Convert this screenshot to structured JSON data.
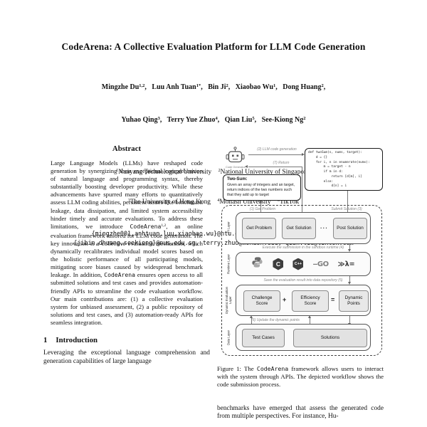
{
  "paper": {
    "title": "CodeArena: A Collective Evaluation Platform for LLM Code Generation",
    "authors_line1": [
      {
        "t": "Mingzhe Du"
      },
      {
        "t": "1,2",
        "c": "sup"
      },
      {
        "t": ",   Luu Anh Tuan"
      },
      {
        "t": "1*",
        "c": "sup"
      },
      {
        "t": ",   Bin Ji"
      },
      {
        "t": "2",
        "c": "sup"
      },
      {
        "t": ",   Xiaobao Wu"
      },
      {
        "t": "1",
        "c": "sup"
      },
      {
        "t": ",   Dong Huang"
      },
      {
        "t": "2",
        "c": "sup"
      },
      {
        "t": ","
      }
    ],
    "authors_line2": [
      {
        "t": "Yuhao Qing"
      },
      {
        "t": "3",
        "c": "sup"
      },
      {
        "t": ",   Terry Yue Zhuo"
      },
      {
        "t": "4",
        "c": "sup"
      },
      {
        "t": ",   Qian Liu"
      },
      {
        "t": "5",
        "c": "sup"
      },
      {
        "t": ",   See-Kiong Ng"
      },
      {
        "t": "2",
        "c": "sup"
      }
    ],
    "affils_line1": [
      {
        "t": "1",
        "c": "sup"
      },
      {
        "t": "Nanyang Technological University    "
      },
      {
        "t": "2",
        "c": "sup"
      },
      {
        "t": "National University of Singapore,"
      }
    ],
    "affils_line2": [
      {
        "t": "3",
        "c": "sup"
      },
      {
        "t": "The University of Hong Kong    "
      },
      {
        "t": "4",
        "c": "sup"
      },
      {
        "t": "Monash University    "
      },
      {
        "t": "5",
        "c": "sup"
      },
      {
        "t": "TikTok"
      }
    ],
    "emails_line1": "{mingzhe001,anhtuan.luu,xiaobao.wu}@ntu.edu.sg, qyhh@connect.hku.hk,",
    "emails_line2": "{jibin,dhuang,seekiong}@nus.edu.sg, terry.zhuo@monash.edu, qian.liu@tiktok.com"
  },
  "abstract": {
    "heading": "Abstract",
    "runs": [
      {
        "t": "Large Language Models (LLMs) have reshaped code generation by synergizing their exceptional comprehension of natural language and programming syntax, thereby substantially boosting developer productivity. While these advancements have spurred many efforts to quantitatively assess LLM coding abilities, persistent issues like benchmark leakage, data dissipation, and limited system accessibility hinder timely and accurate evaluations. To address these limitations, we introduce "
      },
      {
        "t": "CodeArena",
        "c": "mono"
      },
      {
        "t": "1,2",
        "c": "sup"
      },
      {
        "t": ", an online evaluation framework tailored for LLM code generation. The key innovation is a collective evaluation mechanism, which dynamically recalibrates individual model scores based on the holistic performance of all participating models, mitigating score biases caused by widespread benchmark leakage. In addition, "
      },
      {
        "t": "CodeArena",
        "c": "mono"
      },
      {
        "t": " ensures open access to all submitted solutions and test cases and provides automation-friendly APIs to streamline the code evaluation workflow. Our main contributions are: (1) a collective evaluation system for unbiased assessment, (2) a public repository of solutions and test cases, and (3) automation-ready APIs for seamless integration."
      }
    ]
  },
  "intro": {
    "number": "1",
    "title": "Introduction",
    "body": "Leveraging the exceptional language comprehension and generation capabilities of large language"
  },
  "right_column": {
    "body": "benchmarks have emerged that assess the generated code from multiple perspectives. For instance, Hu-"
  },
  "figure": {
    "generator_label": "Code Generator",
    "problem": {
      "title": "Two-Sum:",
      "body": "Given an array of integers and an target, return indices of the two numbers such that they add up to target"
    },
    "code_lines": [
      "def twoSum(s, nums, target):",
      "    d = {}",
      "    for i, n in enumerate(nums):",
      "        m = target - n",
      "        if m in d:",
      "            return [d[m], i]",
      "        else:",
      "            d[n] = i"
    ],
    "arrow_labels": {
      "a1": "(1) Get Problem",
      "a2": "(2) LLM code generation",
      "a3": "Submit Solution (3)",
      "a4": "Execute the submission in the sandbox runtime (4)",
      "a5": "Save the evaluation result into data repository (5)",
      "a6": "(6) Update the dynamic points",
      "a7": "(7) Return"
    },
    "layers": {
      "api": {
        "label": "API Layer",
        "boxes": [
          "Get Problem",
          "Get Solution",
          "Post Solution"
        ],
        "dots": "···"
      },
      "runtime": {
        "label": "Runtime Layer",
        "icons": {
          "c": "C",
          "cpp": "C++",
          "go": "‒GO",
          "haskell": "≫λ="
        }
      },
      "dyneval": {
        "label": "Dynamic Evaluation Layer",
        "boxes": [
          "Challenge Score",
          "Efficiency Score",
          "Dynamic Points"
        ],
        "plus": "+",
        "equals": "="
      },
      "data": {
        "label": "Data Layer",
        "boxes": [
          "Test Cases",
          "Solutions"
        ]
      }
    },
    "caption_runs": [
      {
        "t": "Figure 1: The "
      },
      {
        "t": "CodeArena",
        "c": "mono"
      },
      {
        "t": " framework allows users to interact with the system through APIs. The depicted workflow shows the code submission process."
      }
    ]
  }
}
